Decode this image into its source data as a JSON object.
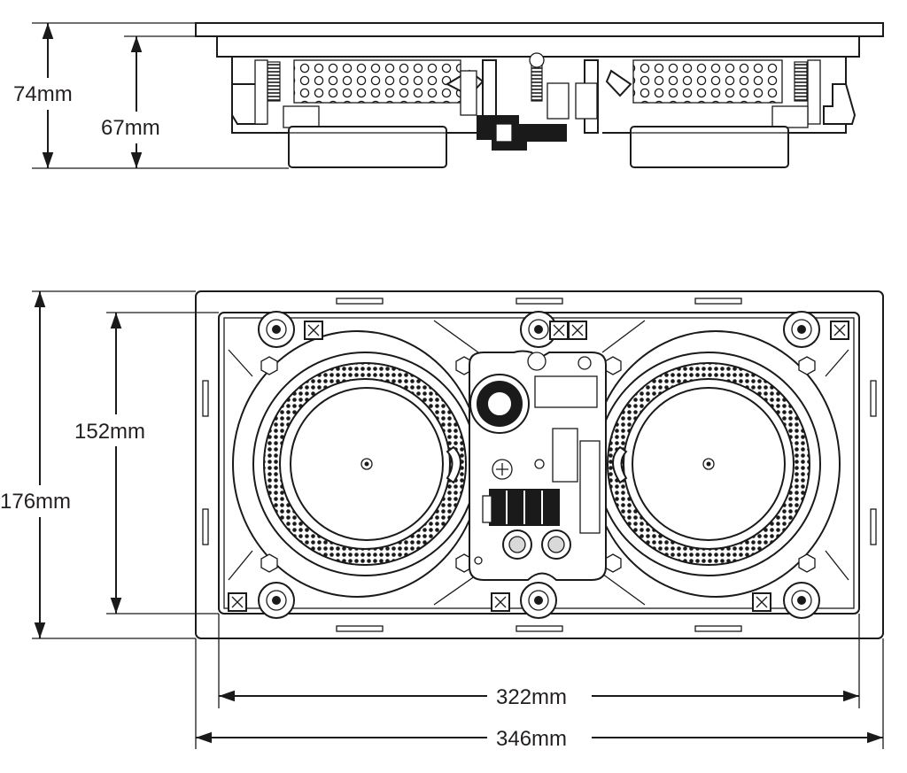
{
  "dimensions": {
    "side_total_depth": "74mm",
    "side_mount_depth": "67mm",
    "front_total_height": "176mm",
    "front_cutout_height": "152mm",
    "front_cutout_width": "322mm",
    "front_total_width": "346mm"
  },
  "colors": {
    "line": "#1a1a1a",
    "text": "#231f20",
    "background": "#ffffff"
  }
}
